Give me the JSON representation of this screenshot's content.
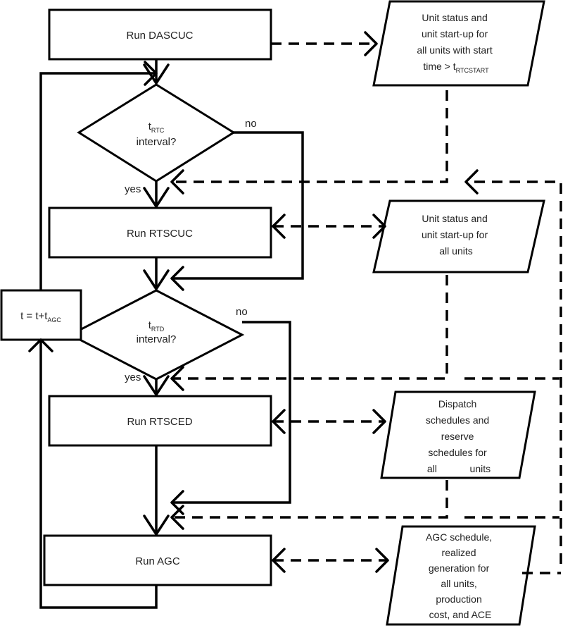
{
  "process": {
    "dascuc": "Run DASCUC",
    "rtscuc": "Run RTSCUC",
    "rtsced": "Run RTSCED",
    "agc": "Run AGC",
    "time_update": {
      "prefix": "t = t+t",
      "sub": "AGC"
    }
  },
  "decisions": {
    "rtc": {
      "t": "t",
      "sub": "RTC",
      "text": "interval?"
    },
    "rtd": {
      "t": "t",
      "sub": "RTD",
      "text": "interval?"
    }
  },
  "edges": {
    "yes": "yes",
    "no": "no"
  },
  "outputs": {
    "dascuc": {
      "lines": [
        "Unit status  and",
        "unit start-up  for",
        "all units with start"
      ],
      "last_prefix": "time > t",
      "last_sub": "RTCSTART"
    },
    "rtscuc": {
      "lines": [
        "Unit status  and",
        "unit start-up  for",
        "all units"
      ]
    },
    "rtsced": {
      "lines": [
        "Dispatch",
        "schedules and",
        "reserve",
        "schedules for",
        "all            units"
      ]
    },
    "agc": {
      "lines": [
        "AGC schedule,",
        "realized",
        "generation for",
        "all units,",
        "production",
        "cost, and ACE"
      ]
    }
  }
}
